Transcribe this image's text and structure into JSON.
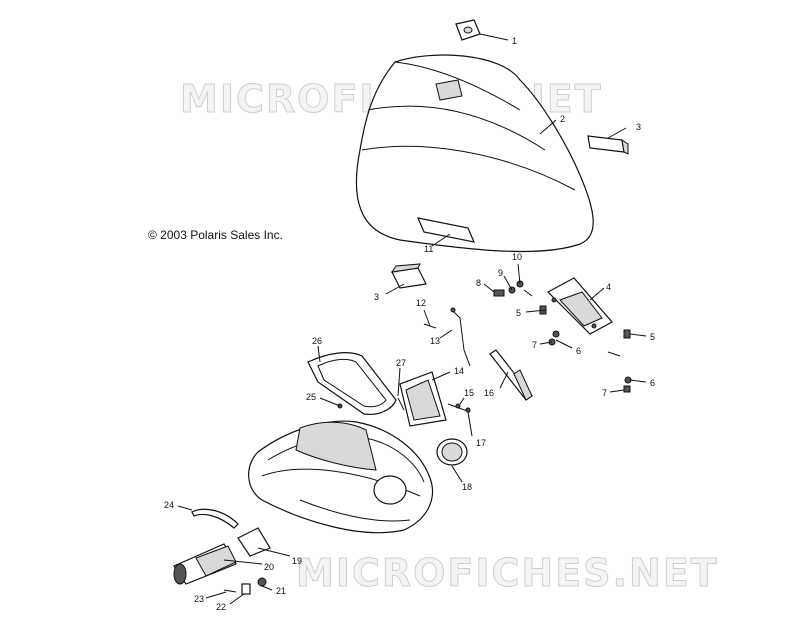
{
  "copyright": "© 2003 Polaris Sales Inc.",
  "watermark": "MICROFICHES.NET",
  "callouts": [
    "1",
    "2",
    "3",
    "3",
    "4",
    "5",
    "5",
    "6",
    "6",
    "7",
    "7",
    "8",
    "9",
    "10",
    "11",
    "12",
    "13",
    "14",
    "15",
    "16",
    "17",
    "18",
    "19",
    "20",
    "21",
    "22",
    "23",
    "24",
    "25",
    "26",
    "27"
  ]
}
